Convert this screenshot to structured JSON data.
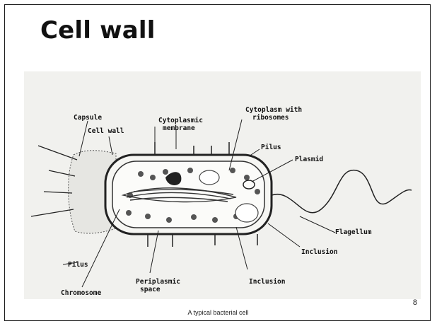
{
  "slide": {
    "title": "Cell wall",
    "page_number": "8",
    "caption": "A typical bacterial cell"
  },
  "diagram": {
    "labels": {
      "capsule": "Capsule",
      "cell_wall": "Cell wall",
      "cytoplasmic_membrane_1": "Cytoplasmic",
      "cytoplasmic_membrane_2": "membrane",
      "cytoplasm_1": "Cytoplasm with",
      "cytoplasm_2": "ribosomes",
      "pilus_top": "Pilus",
      "plasmid": "Plasmid",
      "flagellum": "Flagellum",
      "inclusion_right": "Inclusion",
      "inclusion_bottom": "Inclusion",
      "pilus_bottom": "Pilus",
      "periplasmic_1": "Periplasmic",
      "periplasmic_2": "space",
      "chromosome": "Chromosome"
    }
  }
}
